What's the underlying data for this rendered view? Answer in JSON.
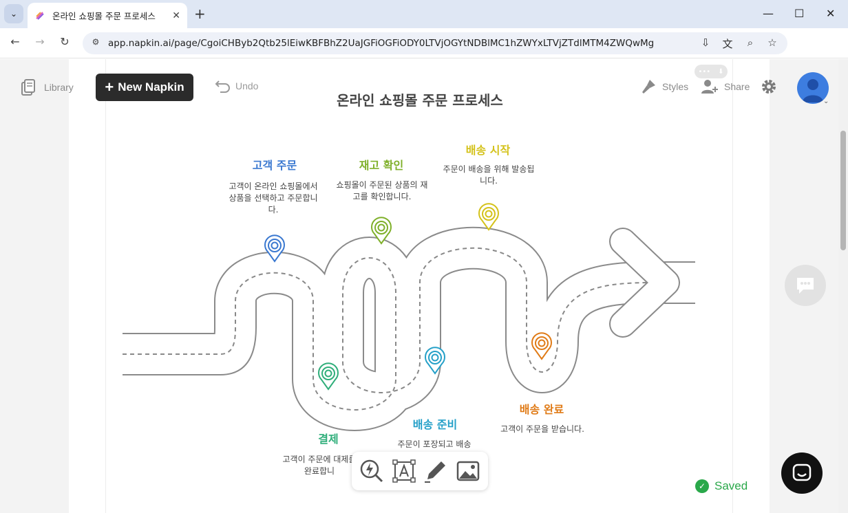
{
  "browser": {
    "tab_title": "온라인 쇼핑몰 주문 프로세스",
    "url": "app.napkin.ai/page/CgoiCHByb2Qtb25lEiwKBFBhZ2UaJGFiOGFiODY0LTVjOGYtNDBlMC1hZWYxLTVjZTdlMTM4ZWQwMg"
  },
  "app": {
    "library_label": "Library",
    "new_napkin_label": "New Napkin",
    "undo_label": "Undo",
    "styles_label": "Styles",
    "share_label": "Share",
    "saved_label": "Saved"
  },
  "diagram": {
    "title": "온라인 쇼핑몰 주문 프로세스",
    "steps": [
      {
        "title": "고객 주문",
        "desc": "고객이 온라인 쇼핑몰에서 상품을 선택하고 주문합니다.",
        "color": "#3a78d0"
      },
      {
        "title": "결제",
        "desc": "고객이 주문에 대제를 완료합니",
        "color": "#2fae7a"
      },
      {
        "title": "재고 확인",
        "desc": "쇼핑몰이 주문된 상품의 재고를 확인합니다.",
        "color": "#7fb02a"
      },
      {
        "title": "배송 준비",
        "desc": "주문이 포장되고 배송",
        "color": "#25a0c8"
      },
      {
        "title": "배송 시작",
        "desc": "주문이 배송을 위해 발송됩니다.",
        "color": "#d4c21a"
      },
      {
        "title": "배송 완료",
        "desc": "고객이 주문을 받습니다.",
        "color": "#e07b17"
      }
    ]
  },
  "icons": {
    "library": "library-icon",
    "undo": "undo-icon",
    "styles": "brush-icon",
    "share": "add-person-icon",
    "settings": "gear-icon",
    "toolbar": [
      "lightning-search-icon",
      "text-box-icon",
      "pen-icon",
      "image-icon"
    ]
  }
}
